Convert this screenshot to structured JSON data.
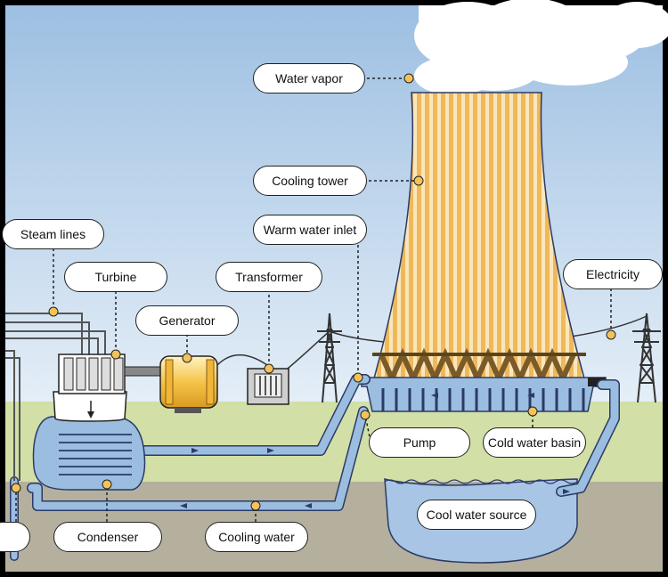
{
  "diagram": {
    "labels": {
      "water_vapor": "Water vapor",
      "cooling_tower": "Cooling tower",
      "warm_water_inlet": "Warm water inlet",
      "steam_lines": "Steam lines",
      "turbine": "Turbine",
      "transformer": "Transformer",
      "generator": "Generator",
      "electricity": "Electricity",
      "pump": "Pump",
      "cold_water_basin": "Cold water basin",
      "cool_water_source": "Cool water source",
      "condenser": "Condenser",
      "cooling_water": "Cooling water"
    },
    "colors": {
      "sky_top": "#9dbfe2",
      "sky_bottom": "#e4eef7",
      "grass": "#d2dfa6",
      "earth": "#b5b09e",
      "tower_stripe": "#f1c26a",
      "water_pipe": "#9bbde0",
      "pipe_outline": "#2b3a66",
      "callout_dot": "#f3c35a"
    }
  }
}
